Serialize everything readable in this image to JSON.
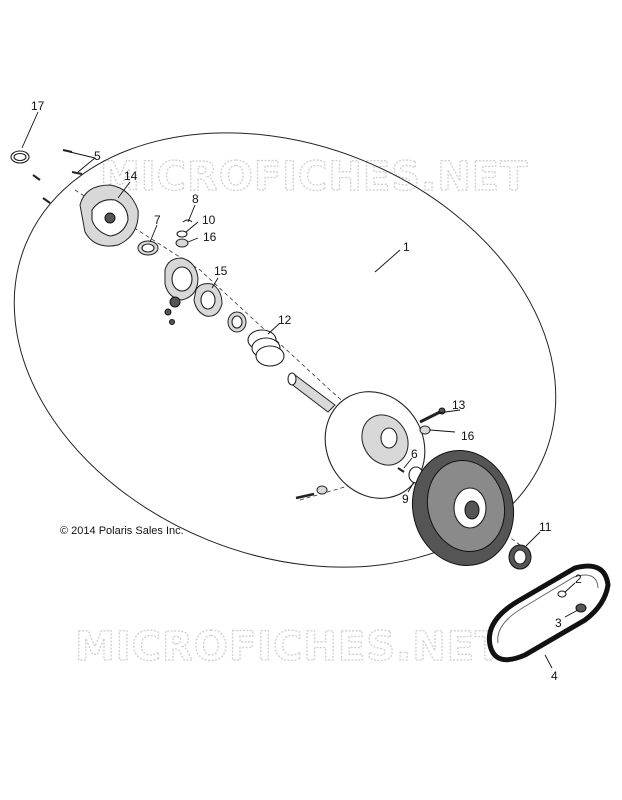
{
  "copyright": "© 2014 Polaris Sales Inc.",
  "watermark": "MICROFICHES.NET",
  "callouts": [
    {
      "id": "1",
      "label": "1"
    },
    {
      "id": "2",
      "label": "2"
    },
    {
      "id": "3",
      "label": "3"
    },
    {
      "id": "4",
      "label": "4"
    },
    {
      "id": "5",
      "label": "5"
    },
    {
      "id": "6",
      "label": "6"
    },
    {
      "id": "7",
      "label": "7"
    },
    {
      "id": "8",
      "label": "8"
    },
    {
      "id": "9",
      "label": "9"
    },
    {
      "id": "10",
      "label": "10"
    },
    {
      "id": "11",
      "label": "11"
    },
    {
      "id": "12",
      "label": "12"
    },
    {
      "id": "13",
      "label": "13"
    },
    {
      "id": "14",
      "label": "14"
    },
    {
      "id": "15",
      "label": "15"
    },
    {
      "id": "16a",
      "label": "16"
    },
    {
      "id": "16b",
      "label": "16"
    },
    {
      "id": "17",
      "label": "17"
    }
  ]
}
